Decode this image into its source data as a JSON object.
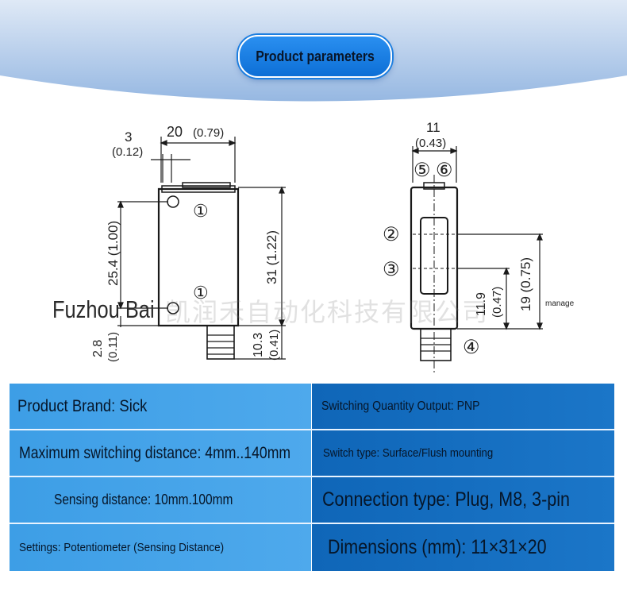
{
  "header": {
    "title": "Product parameters"
  },
  "drawing": {
    "left_view": {
      "dim_top_width": "20",
      "dim_top_width_in": "(0.79)",
      "dim_small": "3",
      "dim_small_in": "(0.12)",
      "dim_height": "31 (1.22)",
      "dim_hole_spacing": "25.4 (1.00)",
      "dim_bottom_left_mm": "2.8",
      "dim_bottom_left_in": "(0.11)",
      "dim_connector_mm": "10.3",
      "dim_connector_in": "(0.41)",
      "label_1a": "①",
      "label_1b": "①"
    },
    "right_view": {
      "dim_width_mm": "11",
      "dim_width_in": "(0.43)",
      "label_5": "⑤",
      "label_6": "⑥",
      "label_2": "②",
      "label_3": "③",
      "label_4": "④",
      "dim_optic_mm": "11.9",
      "dim_optic_in": "(0.47)",
      "dim_total": "19 (0.75)"
    }
  },
  "watermark": {
    "company": "Fuzhou Bai",
    "company_cn": "凯润禾自动化科技有限公司",
    "suffix": "manage"
  },
  "specs": [
    {
      "left": "Product Brand: Sick",
      "right": "Switching Quantity Output: PNP"
    },
    {
      "left": "Maximum switching distance: 4mm..140mm",
      "right": "Switch type: Surface/Flush mounting"
    },
    {
      "left": "Sensing distance: 10mm.100mm",
      "right": "Connection type: Plug, M8, 3-pin"
    },
    {
      "left": "Settings: Potentiometer (Sensing Distance)",
      "right": "Dimensions (mm): 11×31×20"
    }
  ]
}
